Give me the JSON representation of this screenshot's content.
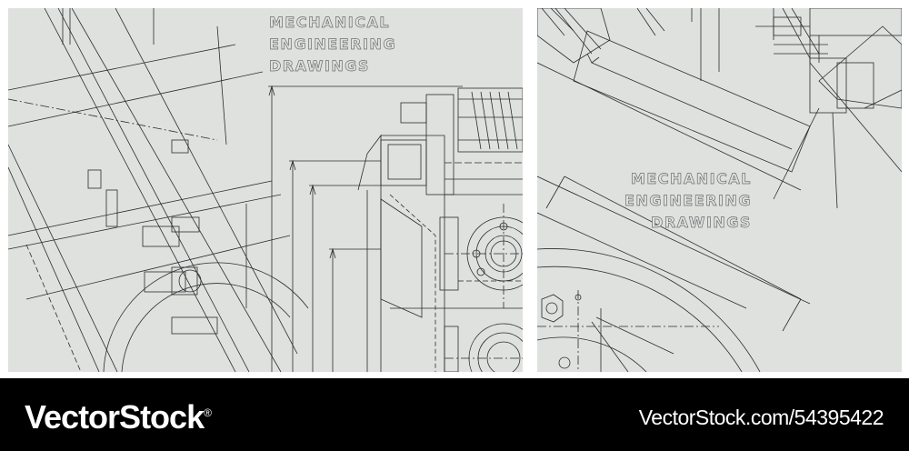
{
  "left_panel": {
    "title_lines": [
      "MECHANICAL",
      "ENGINEERING",
      "DRAWINGS"
    ]
  },
  "right_panel": {
    "title_lines": [
      "MECHANICAL",
      "ENGINEERING",
      "DRAWINGS"
    ]
  },
  "footer": {
    "brand": "VectorStock",
    "registered_mark": "®",
    "image_id": "VectorStock.com/54395422"
  },
  "colors": {
    "background": "#dfe1df",
    "line": "#2a2d2f",
    "footer": "#000000",
    "footer_text": "#ffffff"
  }
}
